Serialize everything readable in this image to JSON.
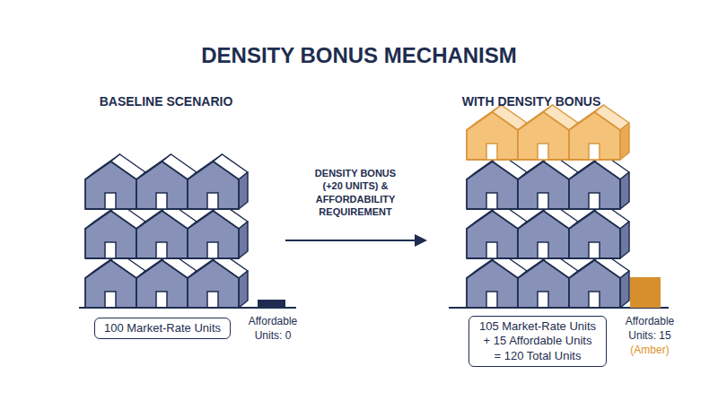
{
  "diagram": {
    "title": "DENSITY BONUS MECHANISM",
    "nodes": [
      {
        "text": [
          "100 Market-Rate Units"
        ]
      },
      {
        "text": [
          "105 Market-Rate Units + 15 Affordable Units = 120 Total Units"
        ]
      }
    ],
    "labels": [
      "BASELINE SCENARIO",
      "WITH DENSITY BONUS",
      "DENSITY BONUS (+20 UNITS) & AFFORDABILITY REQUIREMENT",
      "Affordable Units: 0",
      "Affordable Units: 15",
      "(Amber)"
    ]
  }
}
